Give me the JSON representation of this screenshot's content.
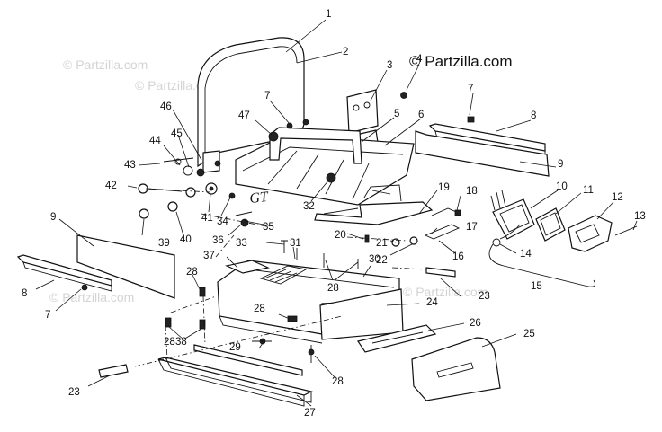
{
  "watermark": {
    "text": "© Partzilla.com"
  },
  "brand": {
    "text": "© Partzilla.com"
  },
  "decal": {
    "text": "GT"
  },
  "callouts": [
    "1",
    "2",
    "3",
    "4",
    "5",
    "6",
    "7",
    "7",
    "7",
    "8",
    "8",
    "9",
    "9",
    "10",
    "11",
    "12",
    "13",
    "14",
    "15",
    "16",
    "17",
    "18",
    "19",
    "20",
    "21",
    "22",
    "23",
    "23",
    "24",
    "25",
    "26",
    "27",
    "28",
    "28",
    "28",
    "28",
    "28",
    "29",
    "30",
    "31",
    "32",
    "33",
    "34",
    "35",
    "36",
    "37",
    "38",
    "39",
    "40",
    "41",
    "42",
    "43",
    "44",
    "45",
    "46",
    "47"
  ]
}
